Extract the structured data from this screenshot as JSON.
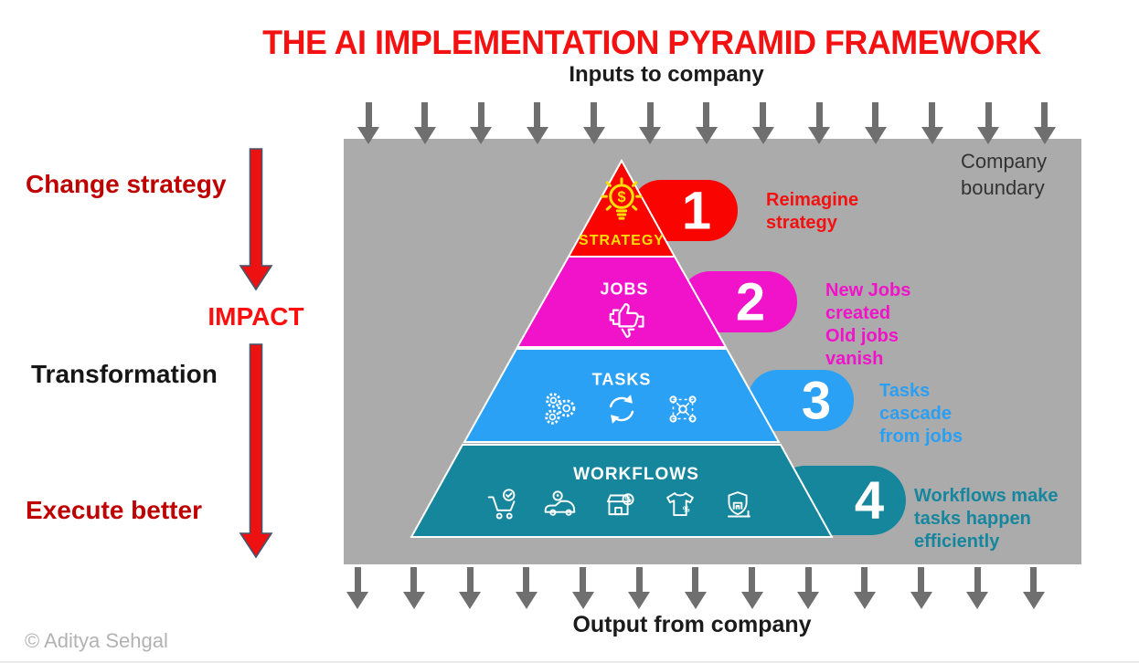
{
  "title": "THE AI IMPLEMENTATION PYRAMID FRAMEWORK",
  "top_flow_label": "Inputs to company",
  "bottom_flow_label": "Output from company",
  "company_boundary_label": "Company\nboundary",
  "credit": "© Aditya Sehgal",
  "left_annotations": {
    "change_strategy": "Change strategy",
    "impact": "IMPACT",
    "transformation": "Transformation",
    "execute_better": "Execute better"
  },
  "pyramid": {
    "levels": [
      {
        "number": "1",
        "name": "STRATEGY",
        "annotation": "Reimagine\nstrategy",
        "color": "#fa0400",
        "icons": [
          "lightbulb-dollar-icon"
        ]
      },
      {
        "number": "2",
        "name": "JOBS",
        "annotation": "New Jobs\ncreated\nOld jobs\nvanish",
        "color": "#f113c9",
        "icons": [
          "thumbs-up-down-icon"
        ]
      },
      {
        "number": "3",
        "name": "TASKS",
        "annotation": "Tasks\ncascade\nfrom jobs",
        "color": "#2ba1f5",
        "icons": [
          "gears-icon",
          "cycle-arrows-icon",
          "network-nodes-icon"
        ]
      },
      {
        "number": "4",
        "name": "WORKFLOWS",
        "annotation": "Workflows make\ntasks happen\nefficiently",
        "color": "#16869c",
        "icons": [
          "shopping-cart-icon",
          "delivery-vehicle-icon",
          "storefront-icon",
          "tshirt-icon",
          "shield-building-icon"
        ]
      }
    ]
  },
  "colors": {
    "title_red": "#f31111",
    "dark_red_label": "#bf0000",
    "impact_red": "#fb0f0f",
    "company_box_gray": "#ababab",
    "flow_arrow_gray": "#6f6f6f",
    "red_arrow_fill": "#ee1111",
    "red_arrow_outline": "#44546a",
    "strategy_label_yellow": "#ffdf00",
    "boundary_text": "#333333",
    "credit_gray": "#b2b2b2"
  }
}
